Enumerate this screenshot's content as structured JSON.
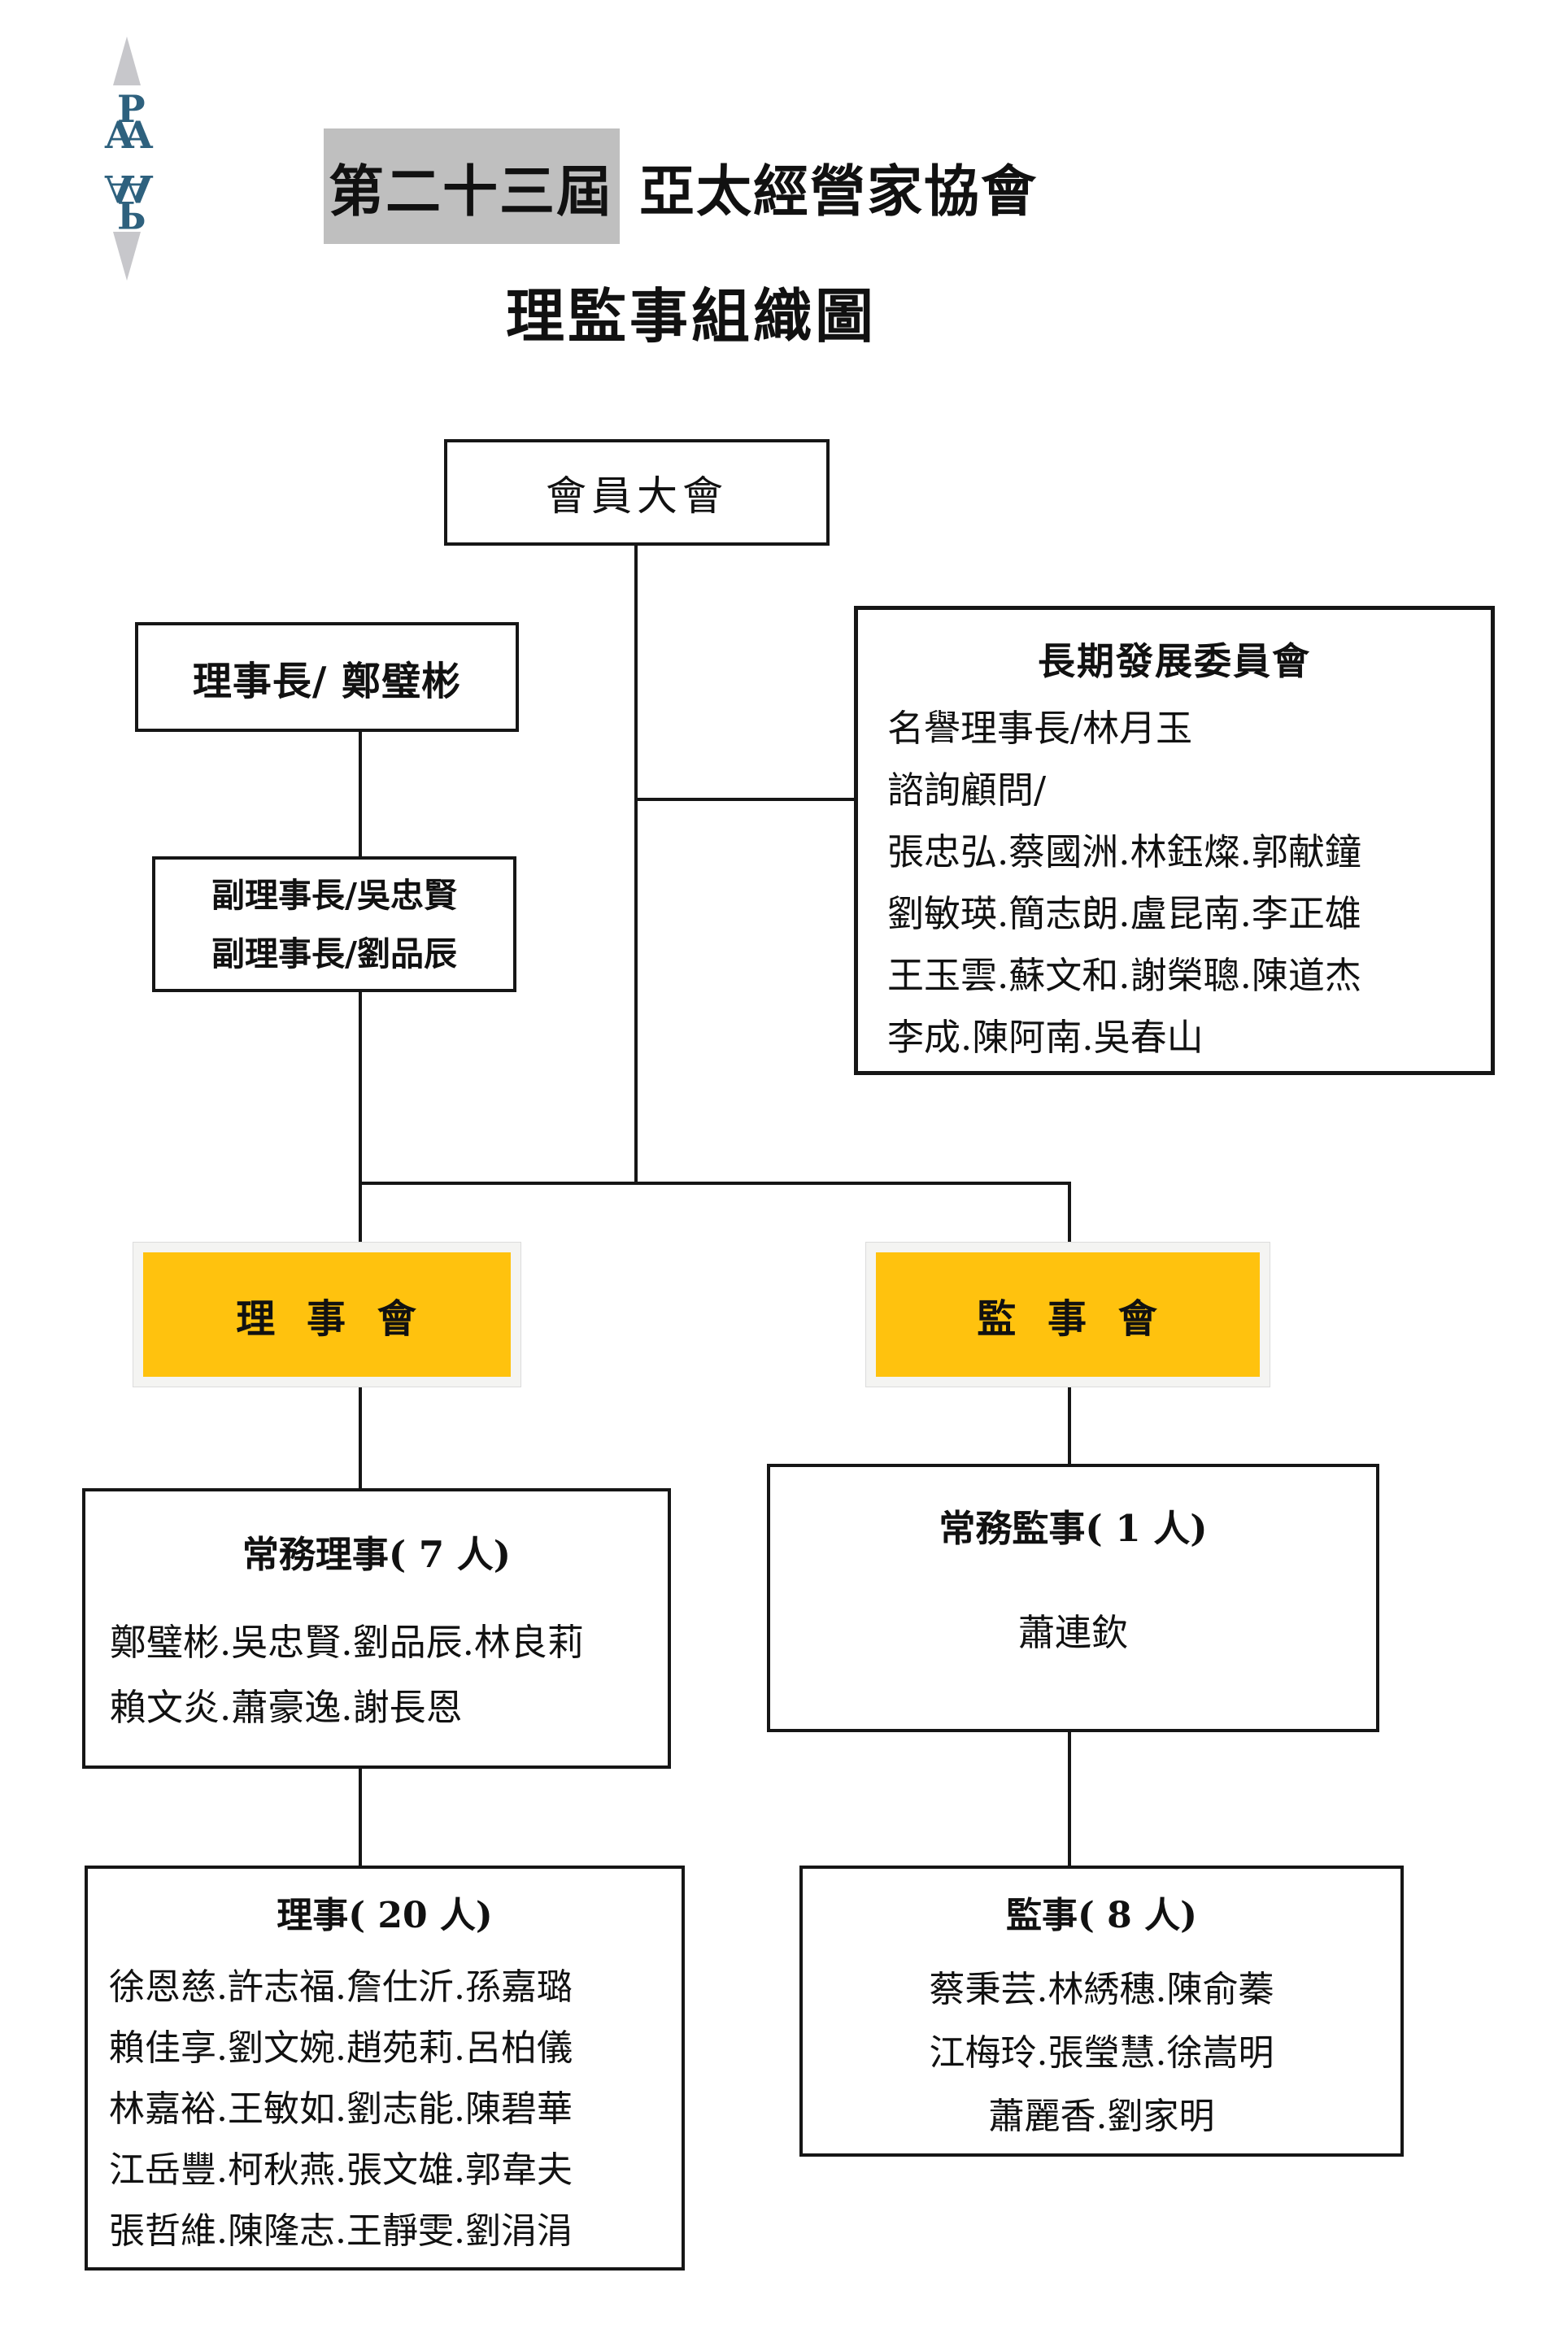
{
  "logo": {
    "monogram": "APA"
  },
  "header": {
    "term": "第二十三屆",
    "org": "亞太經營家協會",
    "subtitle": "理監事組織圖"
  },
  "colors": {
    "highlight_gray": "#BFBFBF",
    "board_yellow": "#FFC20E",
    "board_frame_white": "#F4F4F2",
    "board_shadow_tan": "#BEAD7D",
    "line_black": "#161616",
    "logo_blue": "#2E617E",
    "logo_gray": "#C7C7CB"
  },
  "nodes": {
    "assembly": {
      "label": "會員大會"
    },
    "chairman": {
      "label": "理事長/ 鄭璧彬"
    },
    "committee": {
      "title": "長期發展委員會",
      "lines": [
        "名譽理事長/林月玉",
        "諮詢顧問/",
        "張忠弘.蔡國洲.林鈺燦.郭献鐘",
        "劉敏瑛.簡志朗.盧昆南.李正雄",
        "王玉雲.蘇文和.謝榮聰.陳道杰",
        "李成.陳阿南.吳春山"
      ]
    },
    "vice_chairman": {
      "lines": [
        "副理事長/吳忠賢",
        "副理事長/劉品辰"
      ]
    },
    "board_of_directors": {
      "label": "理 事 會"
    },
    "board_of_supervisors": {
      "label": "監 事 會"
    },
    "standing_directors": {
      "title": "常務理事( 7 人)",
      "lines": [
        "鄭璧彬.吳忠賢.劉品辰.林良莉",
        "賴文炎.蕭豪逸.謝長恩"
      ]
    },
    "standing_supervisors": {
      "title": "常務監事( 1 人)",
      "lines": [
        "蕭連欽"
      ]
    },
    "directors": {
      "title": "理事( 20 人)",
      "lines": [
        "徐恩慈.許志福.詹仕沂.孫嘉璐",
        "賴佳享.劉文婉.趙苑莉.呂柏儀",
        "林嘉裕.王敏如.劉志能.陳碧華",
        "江岳豐.柯秋燕.張文雄.郭韋夫",
        "張哲維.陳隆志.王靜雯.劉涓涓"
      ]
    },
    "supervisors": {
      "title": "監事( 8 人)",
      "lines": [
        "蔡秉芸.林綉穗.陳俞蓁",
        "江梅玲.張瑩慧.徐嵩明",
        "蕭麗香.劉家明"
      ]
    }
  }
}
